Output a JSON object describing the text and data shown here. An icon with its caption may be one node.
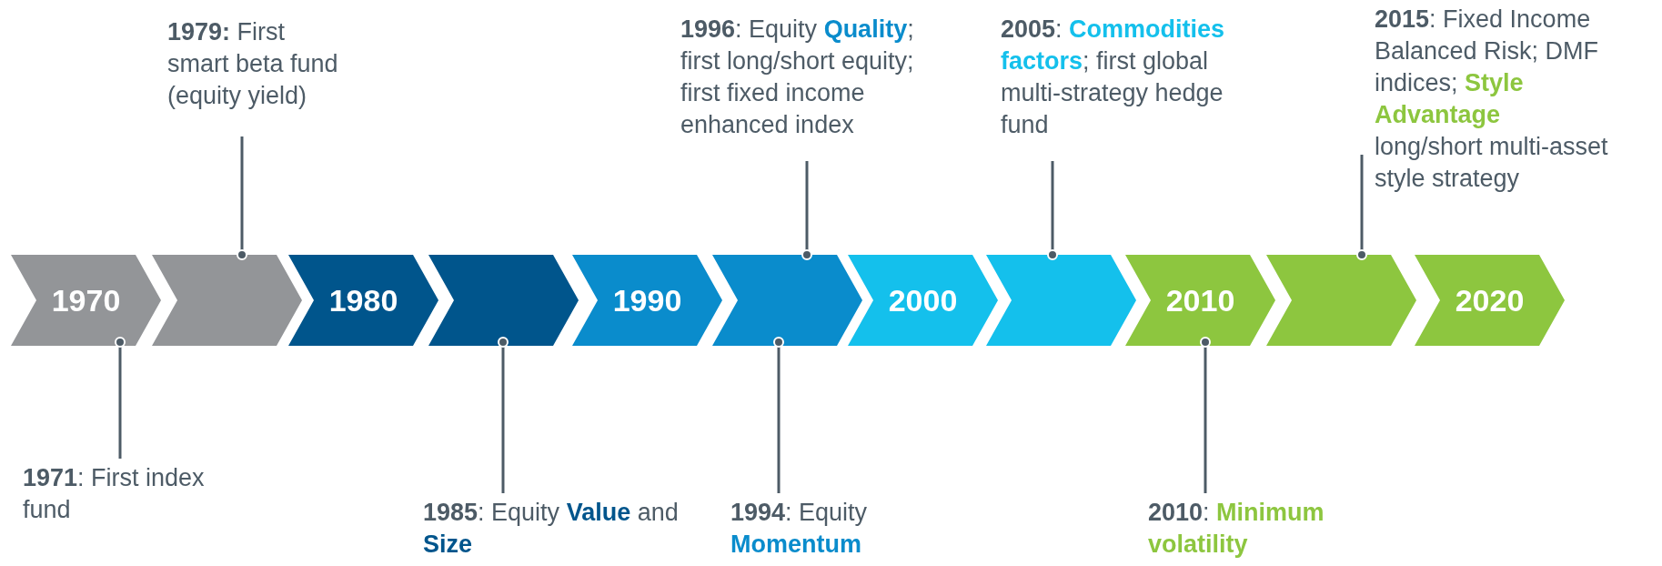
{
  "diagram": {
    "nodes": [
      {
        "text": [
          "1970"
        ]
      },
      {
        "text": [],
        "shape": "chevron"
      },
      {
        "text": [
          "1980"
        ]
      },
      {
        "text": [],
        "shape": "chevron"
      },
      {
        "text": [
          "1990"
        ]
      },
      {
        "text": [],
        "shape": "chevron"
      },
      {
        "text": [
          "2000"
        ]
      },
      {
        "text": [],
        "shape": "chevron"
      },
      {
        "text": [
          "2010"
        ]
      },
      {
        "text": [],
        "shape": "chevron"
      },
      {
        "text": [
          "2020"
        ]
      },
      {
        "text": [
          "**1979:** First smart beta fund (equity yield)"
        ]
      },
      {
        "text": [
          "**1996**: Equity **Quality**; first long/short equity; first fixed income enhanced index"
        ]
      },
      {
        "text": [
          "**2005**: **Commodities factors**; first global multi-strategy hedge fund"
        ]
      },
      {
        "text": [
          "**2015**: Fixed Income Balanced Risk; DMF indices; **Style Advantage** long/short multi-asset style strategy"
        ]
      },
      {
        "text": [
          "**1971**: First index fund"
        ]
      },
      {
        "text": [
          "**1985**: Equity **Value** and **Size**"
        ]
      },
      {
        "text": [
          "**1994**: Equity **Momentum**"
        ]
      },
      {
        "text": [
          "**2010**: **Minimum volatility**"
        ]
      }
    ],
    "edges": [
      {
        "from": 11,
        "to": 1,
        "arrow": "other"
      },
      {
        "from": 12,
        "to": 5,
        "arrow": "other"
      },
      {
        "from": 13,
        "to": 7,
        "arrow": "other"
      },
      {
        "from": 14,
        "to": 9,
        "arrow": "other"
      },
      {
        "from": 15,
        "to": 0,
        "arrow": "other"
      },
      {
        "from": 16,
        "to": 3,
        "arrow": "other"
      },
      {
        "from": 17,
        "to": 5,
        "arrow": "other"
      },
      {
        "from": 18,
        "to": 8,
        "arrow": "other"
      }
    ]
  }
}
